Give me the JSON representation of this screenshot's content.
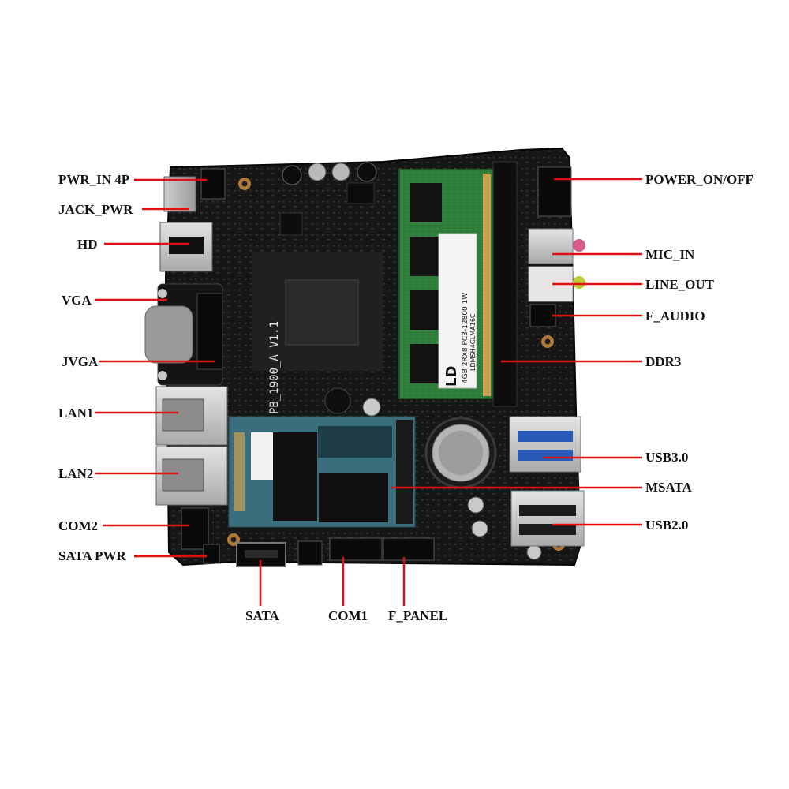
{
  "colors": {
    "leader_line": "#e01010",
    "board": "#161616",
    "ram_pcb": "#2f7d3a",
    "background": "#ffffff"
  },
  "board": {
    "silkscreen_model": "PB_1900_A V1.1"
  },
  "ram_module": {
    "brand": "LD",
    "spec": "4GB 2RX8 PC3-12800 1W",
    "part": "LDMSH4GLMA16C"
  },
  "callouts": {
    "pwr_in_4p": "PWR_IN 4P",
    "jack_pwr": "JACK_PWR",
    "hd": "HD",
    "vga": "VGA",
    "jvga": "JVGA",
    "lan1": "LAN1",
    "lan2": "LAN2",
    "com2": "COM2",
    "sata_pwr": "SATA PWR",
    "sata": "SATA",
    "com1": "COM1",
    "f_panel": "F_PANEL",
    "power_on_off": "POWER_ON/OFF",
    "mic_in": "MIC_IN",
    "line_out": "LINE_OUT",
    "f_audio": "F_AUDIO",
    "ddr3": "DDR3",
    "usb3": "USB3.0",
    "msata": "MSATA",
    "usb2": "USB2.0"
  }
}
